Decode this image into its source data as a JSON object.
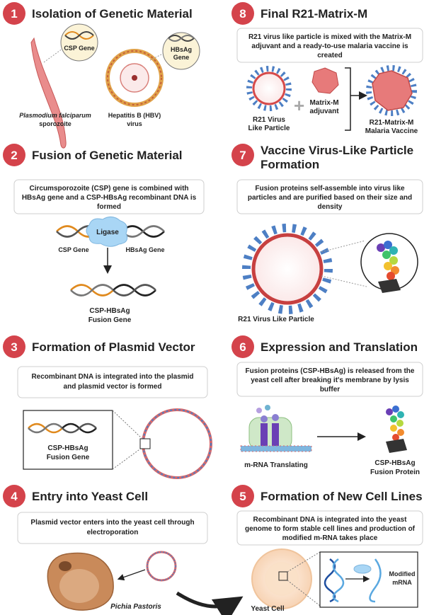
{
  "steps": [
    {
      "number": "1",
      "title": "Isolation of Genetic Material"
    },
    {
      "number": "2",
      "title": "Fusion of Genetic Material"
    },
    {
      "number": "3",
      "title": "Formation of Plasmid Vector"
    },
    {
      "number": "4",
      "title": "Entry into Yeast Cell"
    },
    {
      "number": "5",
      "title": "Formation of New Cell Lines"
    },
    {
      "number": "6",
      "title": "Expression and Translation"
    },
    {
      "number": "7",
      "title_line1": "Vaccine Virus-Like  Particle",
      "title_line2": "Formation"
    },
    {
      "number": "8",
      "title": "Final R21-Matrix-M"
    }
  ],
  "step1": {
    "csp_gene": "CSP Gene",
    "hbsag_line1": "HBsAg",
    "hbsag_line2": "Gene",
    "plasmodium_line1": "Plasmodium falciparum",
    "plasmodium_line2": "sporozoite",
    "hbv_line1": "Hepatitis B (HBV)",
    "hbv_line2": "virus"
  },
  "step2": {
    "desc_line1": "Circumsporozoite (CSP) gene is combined with",
    "desc_line2": "HBsAg gene and a CSP-HBsAg recombinant DNA is",
    "desc_line3": "formed",
    "ligase": "Ligase",
    "csp_gene": "CSP Gene",
    "hbsag_gene": "HBsAg Gene",
    "fusion_line1": "CSP-HBsAg",
    "fusion_line2": "Fusion Gene"
  },
  "step3": {
    "desc_line1": "Recombinant DNA is integrated into the plasmid",
    "desc_line2": "and plasmid vector is formed",
    "fusion_line1": "CSP-HBsAg",
    "fusion_line2": "Fusion Gene"
  },
  "step4": {
    "desc_line1": "Plasmid vector enters into the yeast cell through",
    "desc_line2": "electroporation",
    "pichia": "Pichia Pastoris"
  },
  "step5": {
    "desc_line1": "Recombinant DNA is integrated into the yeast",
    "desc_line2": "genome to form stable cell lines and production of",
    "desc_line3": "modified m-RNA takes place",
    "yeast_cell": "Yeast Cell",
    "mrna_line1": "Modified",
    "mrna_line2": "mRNA"
  },
  "step6": {
    "desc_line1": "Fusion proteins (CSP-HBsAg) is released from the",
    "desc_line2": "yeast cell after breaking it's membrane by lysis",
    "desc_line3": "buffer",
    "translating": "m-RNA Translating",
    "protein_line1": "CSP-HBsAg",
    "protein_line2": "Fusion Protein"
  },
  "step7": {
    "desc_line1": "Fusion proteins self-assemble into virus like",
    "desc_line2": "particles and are purified based on their size and",
    "desc_line3": "density",
    "vlp": "R21 Virus Like Particle"
  },
  "step8": {
    "desc_line1": "R21 virus like particle is mixed with the Matrix-M",
    "desc_line2": "adjuvant and a ready-to-use malaria vaccine is",
    "desc_line3": "created",
    "r21_line1": "R21 Virus",
    "r21_line2": "Like Particle",
    "matrix_line1": "Matrix-M",
    "matrix_line2": "adjuvant",
    "vaccine_line1": "R21-Matrix-M",
    "vaccine_line2": "Malaria Vaccine"
  },
  "colors": {
    "badge": "#d4434b",
    "dna_orange": "#e08a1e",
    "dna_black": "#222222",
    "ligase": "#a9d6f5",
    "virus_red": "#d64a4a",
    "spike_blue": "#4d7fc4",
    "yeast_brown": "#c98a5a",
    "cell_peach": "#fbe3cc"
  }
}
